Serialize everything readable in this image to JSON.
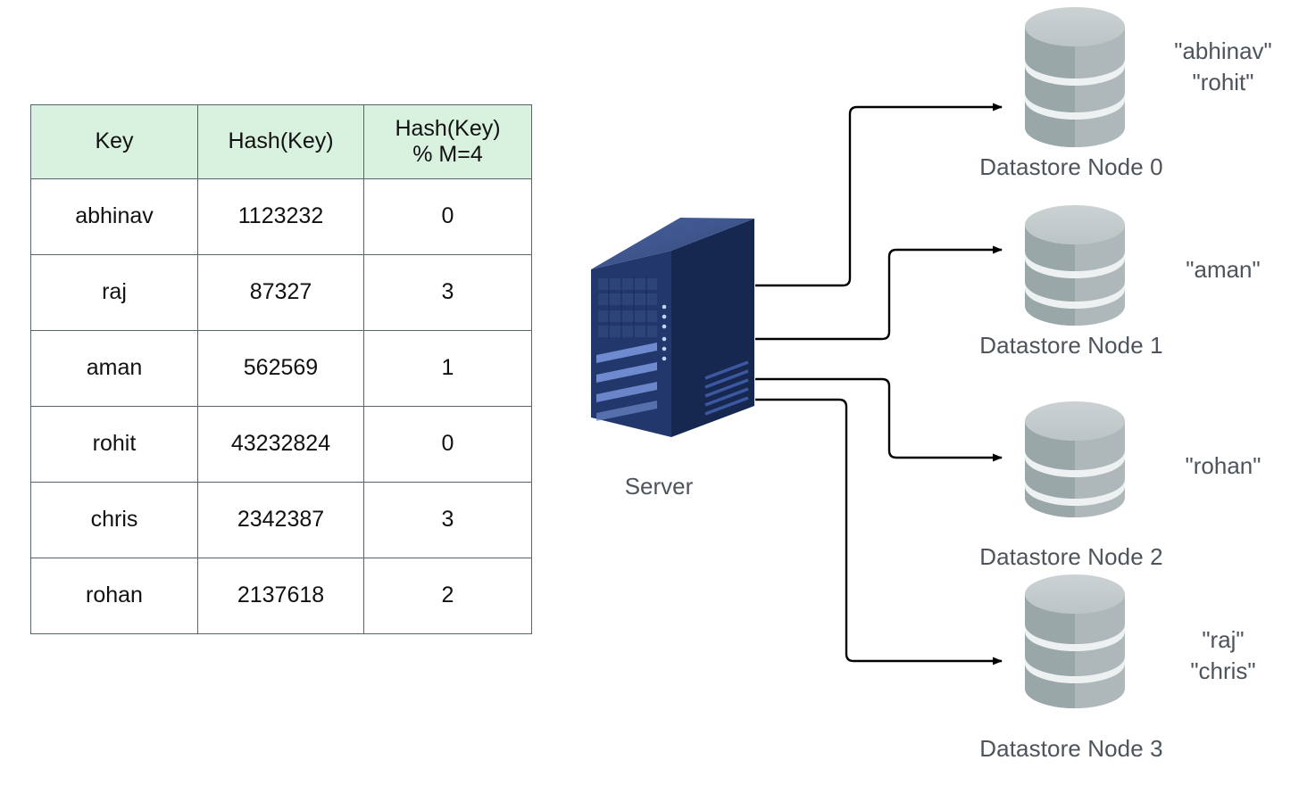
{
  "table": {
    "headers": [
      "Key",
      "Hash(Key)",
      "Hash(Key)",
      "% M=4"
    ],
    "header_key": "Key",
    "header_hash": "Hash(Key)",
    "header_mod_line1": "Hash(Key)",
    "header_mod_line2": "% M=4",
    "header_bg": "#d9f2df",
    "border_color": "#56646b",
    "rows": [
      {
        "key": "abhinav",
        "hash": "1123232",
        "mod": "0"
      },
      {
        "key": "raj",
        "hash": "87327",
        "mod": "3"
      },
      {
        "key": "aman",
        "hash": "562569",
        "mod": "1"
      },
      {
        "key": "rohit",
        "hash": "43232824",
        "mod": "0"
      },
      {
        "key": "chris",
        "hash": "2342387",
        "mod": "3"
      },
      {
        "key": "rohan",
        "hash": "2137618",
        "mod": "2"
      }
    ]
  },
  "server": {
    "label": "Server",
    "body_color": "#1f3566",
    "top_color": "#3d5691",
    "side_color": "#16284f",
    "accent_color": "#7d9ae0"
  },
  "nodes": [
    {
      "label": "Datastore Node 0",
      "keys": [
        "\"abhinav\"",
        "\"rohit\""
      ]
    },
    {
      "label": "Datastore Node 1",
      "keys": [
        "\"aman\""
      ]
    },
    {
      "label": "Datastore Node 2",
      "keys": [
        "\"rohan\""
      ]
    },
    {
      "label": "Datastore Node 3",
      "keys": [
        "\"raj\"",
        "\"chris\""
      ]
    }
  ],
  "colors": {
    "text": "#4d545c",
    "cylinder_light": "#c2c9cb",
    "cylinder_mid": "#aeb7b9",
    "cylinder_dark": "#94a2a4",
    "cylinder_band": "#eef1f1",
    "arrow": "#000000"
  }
}
